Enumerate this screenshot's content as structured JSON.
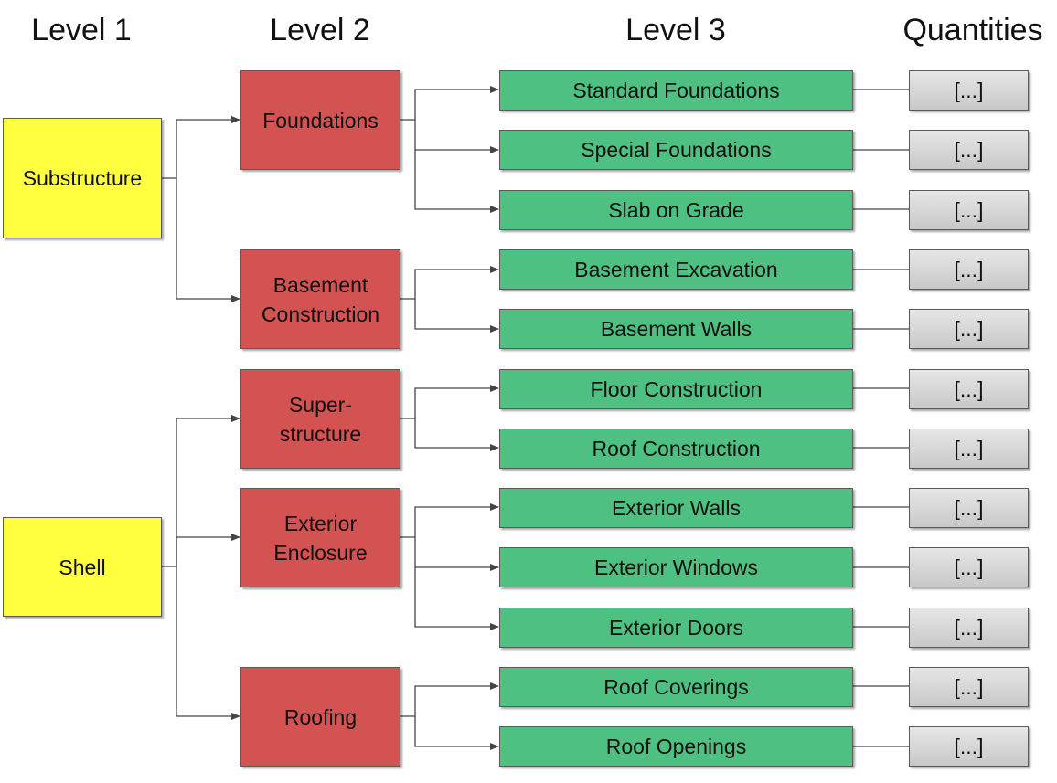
{
  "headers": {
    "level1": "Level 1",
    "level2": "Level 2",
    "level3": "Level 3",
    "quantities": "Quantities"
  },
  "level1": [
    {
      "label": "Substructure"
    },
    {
      "label": "Shell"
    }
  ],
  "level2": [
    {
      "lines": [
        "Foundations"
      ]
    },
    {
      "lines": [
        "Basement",
        "Construction"
      ]
    },
    {
      "lines": [
        "Super-",
        "structure"
      ]
    },
    {
      "lines": [
        "Exterior",
        "Enclosure"
      ]
    },
    {
      "lines": [
        "Roofing"
      ]
    }
  ],
  "level3": [
    {
      "label": "Standard Foundations"
    },
    {
      "label": "Special Foundations"
    },
    {
      "label": "Slab on Grade"
    },
    {
      "label": "Basement Excavation"
    },
    {
      "label": "Basement Walls"
    },
    {
      "label": "Floor Construction"
    },
    {
      "label": "Roof Construction"
    },
    {
      "label": "Exterior Walls"
    },
    {
      "label": "Exterior Windows"
    },
    {
      "label": "Exterior Doors"
    },
    {
      "label": "Roof Coverings"
    },
    {
      "label": "Roof Openings"
    }
  ],
  "quantities": [
    {
      "label": "[...]"
    },
    {
      "label": "[...]"
    },
    {
      "label": "[...]"
    },
    {
      "label": "[...]"
    },
    {
      "label": "[...]"
    },
    {
      "label": "[...]"
    },
    {
      "label": "[...]"
    },
    {
      "label": "[...]"
    },
    {
      "label": "[...]"
    },
    {
      "label": "[...]"
    },
    {
      "label": "[...]"
    },
    {
      "label": "[...]"
    }
  ],
  "colors": {
    "level1_fill": "#ffff3f",
    "level2_fill": "#d35252",
    "level3_fill": "#4ec182",
    "quantity_fill": "#d6d6d6",
    "connector": "#444444"
  }
}
